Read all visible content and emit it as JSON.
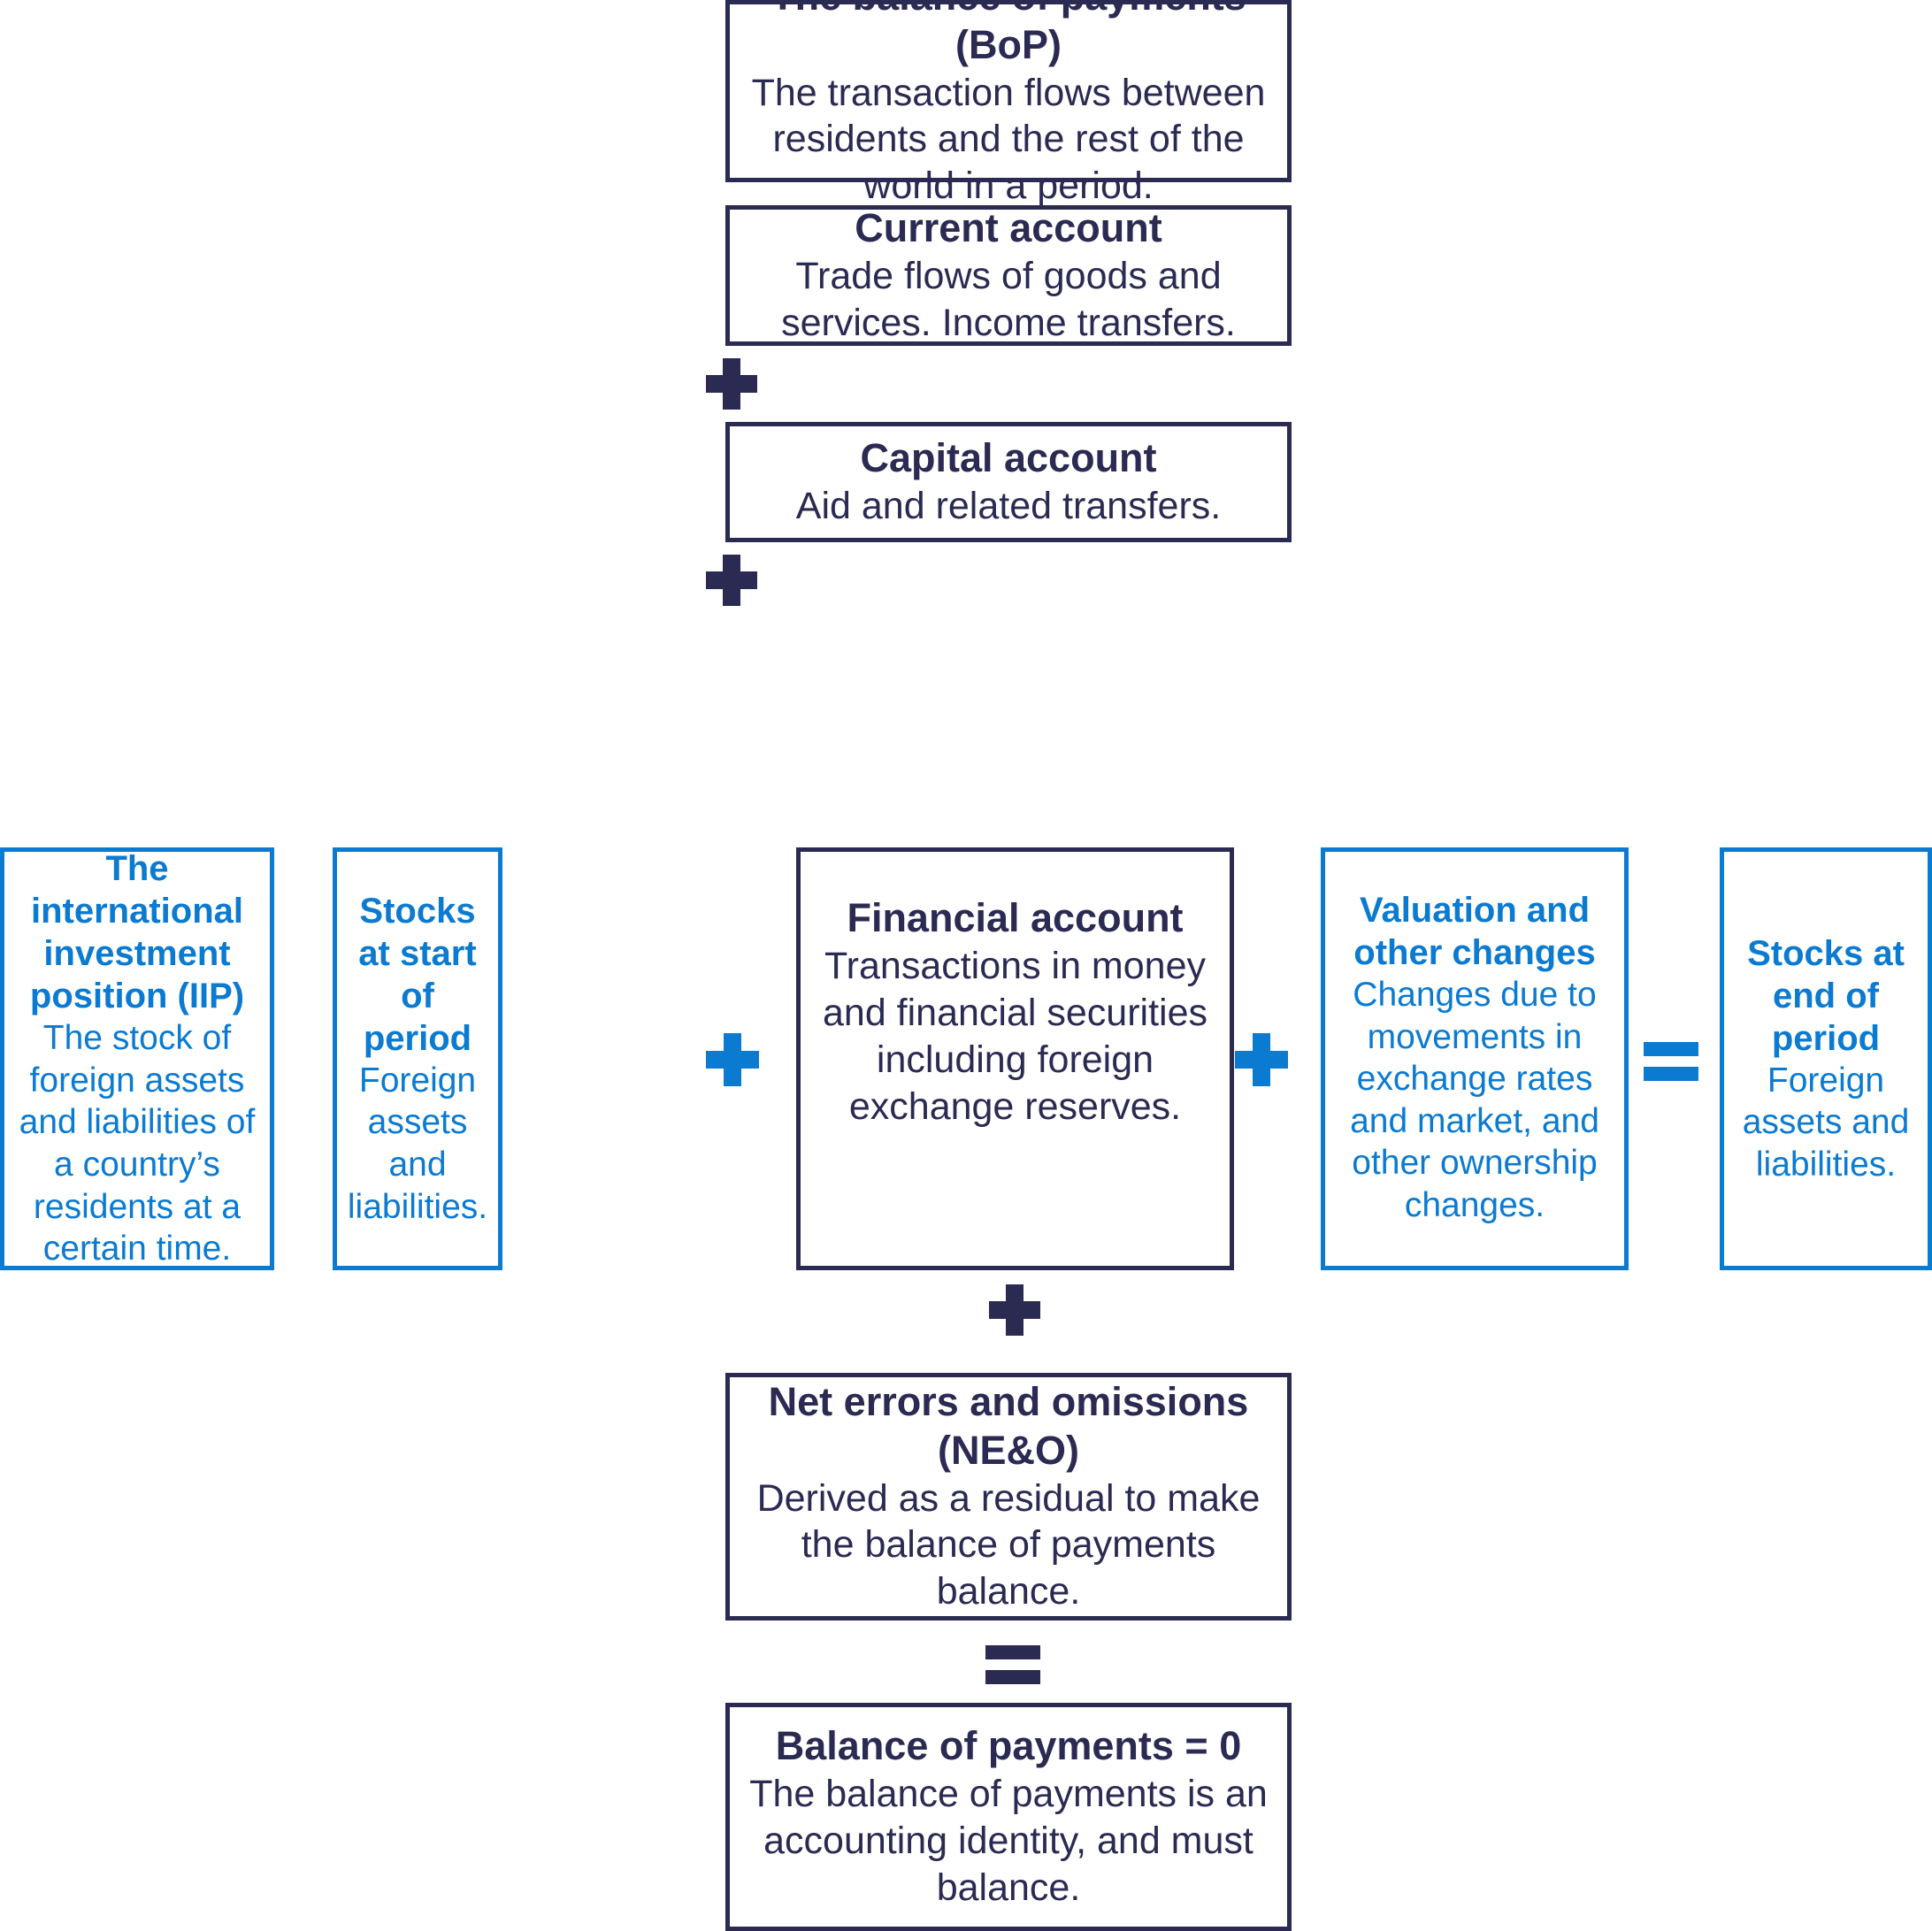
{
  "colors": {
    "navy": "#2a2a52",
    "blue": "#0b7ad1",
    "background": "#ffffff"
  },
  "diagram": {
    "type": "flow-identity-diagram",
    "boxes": {
      "bop": {
        "title": "The balance of payments (BoP)",
        "description": "The transaction flows between residents and the rest of the world in a period.",
        "color": "navy"
      },
      "current_account": {
        "title": "Current account",
        "description": "Trade flows of goods and services. Income transfers.",
        "color": "navy"
      },
      "capital_account": {
        "title": "Capital account",
        "description": "Aid and related transfers.",
        "color": "navy"
      },
      "financial_account": {
        "title": "Financial account",
        "description": "Transactions in money and financial securities including foreign exchange reserves.",
        "color": "navy"
      },
      "neo": {
        "title": "Net errors and omissions (NE&O)",
        "description": "Derived as a residual to make the balance of payments balance.",
        "color": "navy"
      },
      "bop_zero": {
        "title": "Balance of payments = 0",
        "description": "The balance of payments is an accounting identity, and must balance.",
        "color": "navy"
      },
      "iip": {
        "title": "The international investment position (IIP)",
        "description": "The stock of foreign assets and liabilities of a country’s residents at a certain time.",
        "color": "blue"
      },
      "stocks_start": {
        "title": "Stocks at start of period",
        "description": "Foreign assets and liabilities.",
        "color": "blue"
      },
      "valuation": {
        "title": "Valuation and other changes",
        "description": "Changes due to movements in exchange rates and market, and other ownership changes.",
        "color": "blue"
      },
      "stocks_end": {
        "title": "Stocks at end of period",
        "description": "Foreign assets and liabilities.",
        "color": "blue"
      }
    },
    "operators": [
      {
        "name": "plus-current-capital",
        "symbol": "+",
        "color": "navy"
      },
      {
        "name": "plus-capital-financial",
        "symbol": "+",
        "color": "navy"
      },
      {
        "name": "plus-stocks-financial",
        "symbol": "+",
        "color": "blue"
      },
      {
        "name": "plus-financial-valuation",
        "symbol": "+",
        "color": "blue"
      },
      {
        "name": "equals-valuation-stocksend",
        "symbol": "=",
        "color": "blue"
      },
      {
        "name": "plus-financial-neo",
        "symbol": "+",
        "color": "navy"
      },
      {
        "name": "equals-neo-bopzero",
        "symbol": "=",
        "color": "navy"
      }
    ]
  }
}
